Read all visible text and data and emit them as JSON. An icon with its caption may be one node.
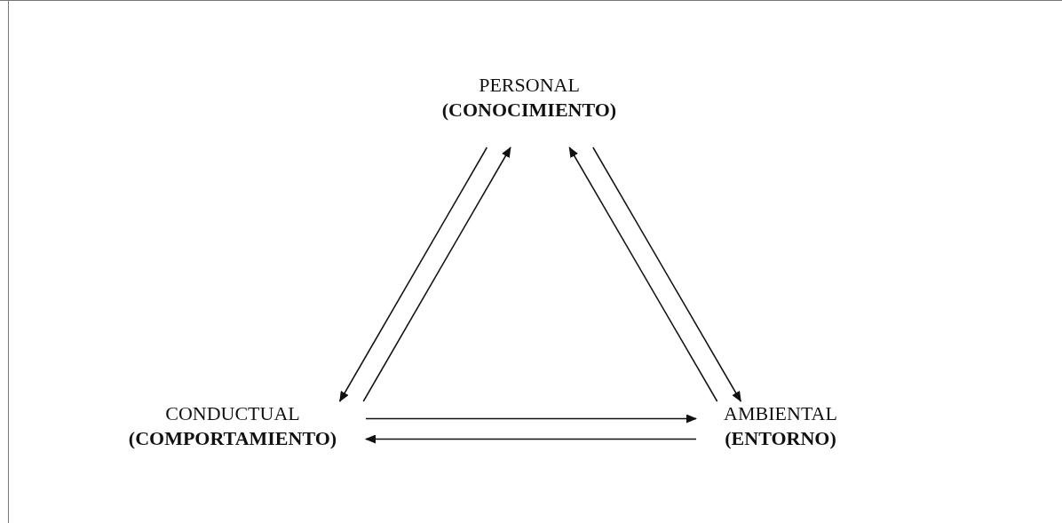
{
  "diagram": {
    "nodes": [
      {
        "text": [
          "PERSONAL",
          "(CONOCIMIENTO)"
        ]
      },
      {
        "text": [
          "CONDUCTUAL",
          "(COMPORTAMIENTO)"
        ]
      },
      {
        "text": [
          "AMBIENTAL",
          "(ENTORNO)"
        ]
      }
    ],
    "edges": [
      {
        "from": 0,
        "to": 1,
        "arrow": "to"
      },
      {
        "from": 1,
        "to": 0,
        "arrow": "to"
      },
      {
        "from": 2,
        "to": 0,
        "arrow": "to"
      },
      {
        "from": 0,
        "to": 2,
        "arrow": "to"
      },
      {
        "from": 1,
        "to": 2,
        "arrow": "to"
      },
      {
        "from": 2,
        "to": 1,
        "arrow": "to"
      }
    ]
  }
}
